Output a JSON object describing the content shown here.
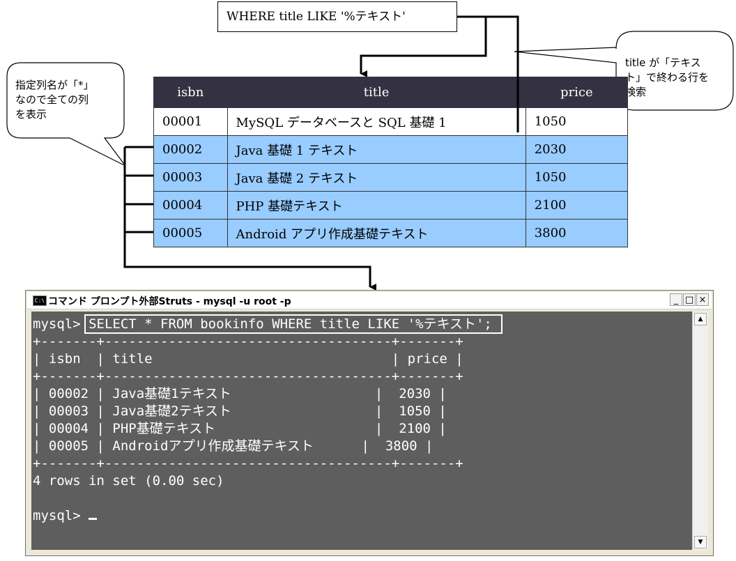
{
  "where_clause": "WHERE title LIKE '%テキスト'",
  "callout_left": "指定列名が「*」\nなので全ての列\nを表示",
  "callout_right": "title が「テキス\nト」で終わる行を\n検索",
  "table": {
    "headers": [
      "isbn",
      "title",
      "price"
    ],
    "rows": [
      {
        "isbn": "00001",
        "title": "MySQL データベースと SQL 基礎 1",
        "price": "1050",
        "highlight": false
      },
      {
        "isbn": "00002",
        "title": "Java 基礎 1 テキスト",
        "price": "2030",
        "highlight": true
      },
      {
        "isbn": "00003",
        "title": "Java 基礎 2 テキスト",
        "price": "1050",
        "highlight": true
      },
      {
        "isbn": "00004",
        "title": "PHP 基礎テキスト",
        "price": "2100",
        "highlight": true
      },
      {
        "isbn": "00005",
        "title": "Android アプリ作成基礎テキスト",
        "price": "3800",
        "highlight": true
      }
    ],
    "highlight_color": "#99ccff",
    "header_color": "#343142"
  },
  "cmd_window": {
    "title": "コマンド プロンプト外部Struts - mysql -u root -p",
    "icon": "cmd-icon",
    "buttons": {
      "minimize": "_",
      "maximize": "□",
      "close": "×"
    },
    "console_lines": [
      "mysql> SELECT * FROM bookinfo WHERE title LIKE '%テキスト';",
      "+-------+------------------------------------+-------+",
      "| isbn  | title                              | price |",
      "+-------+------------------------------------+-------+",
      "| 00002 | Java基礎1テキスト                  |  2030 |",
      "| 00003 | Java基礎2テキスト                  |  1050 |",
      "| 00004 | PHP基礎テキスト                    |  2100 |",
      "| 00005 | Androidアプリ作成基礎テキスト      |  3800 |",
      "+-------+------------------------------------+-------+",
      "4 rows in set (0.00 sec)",
      "",
      "mysql> "
    ]
  }
}
